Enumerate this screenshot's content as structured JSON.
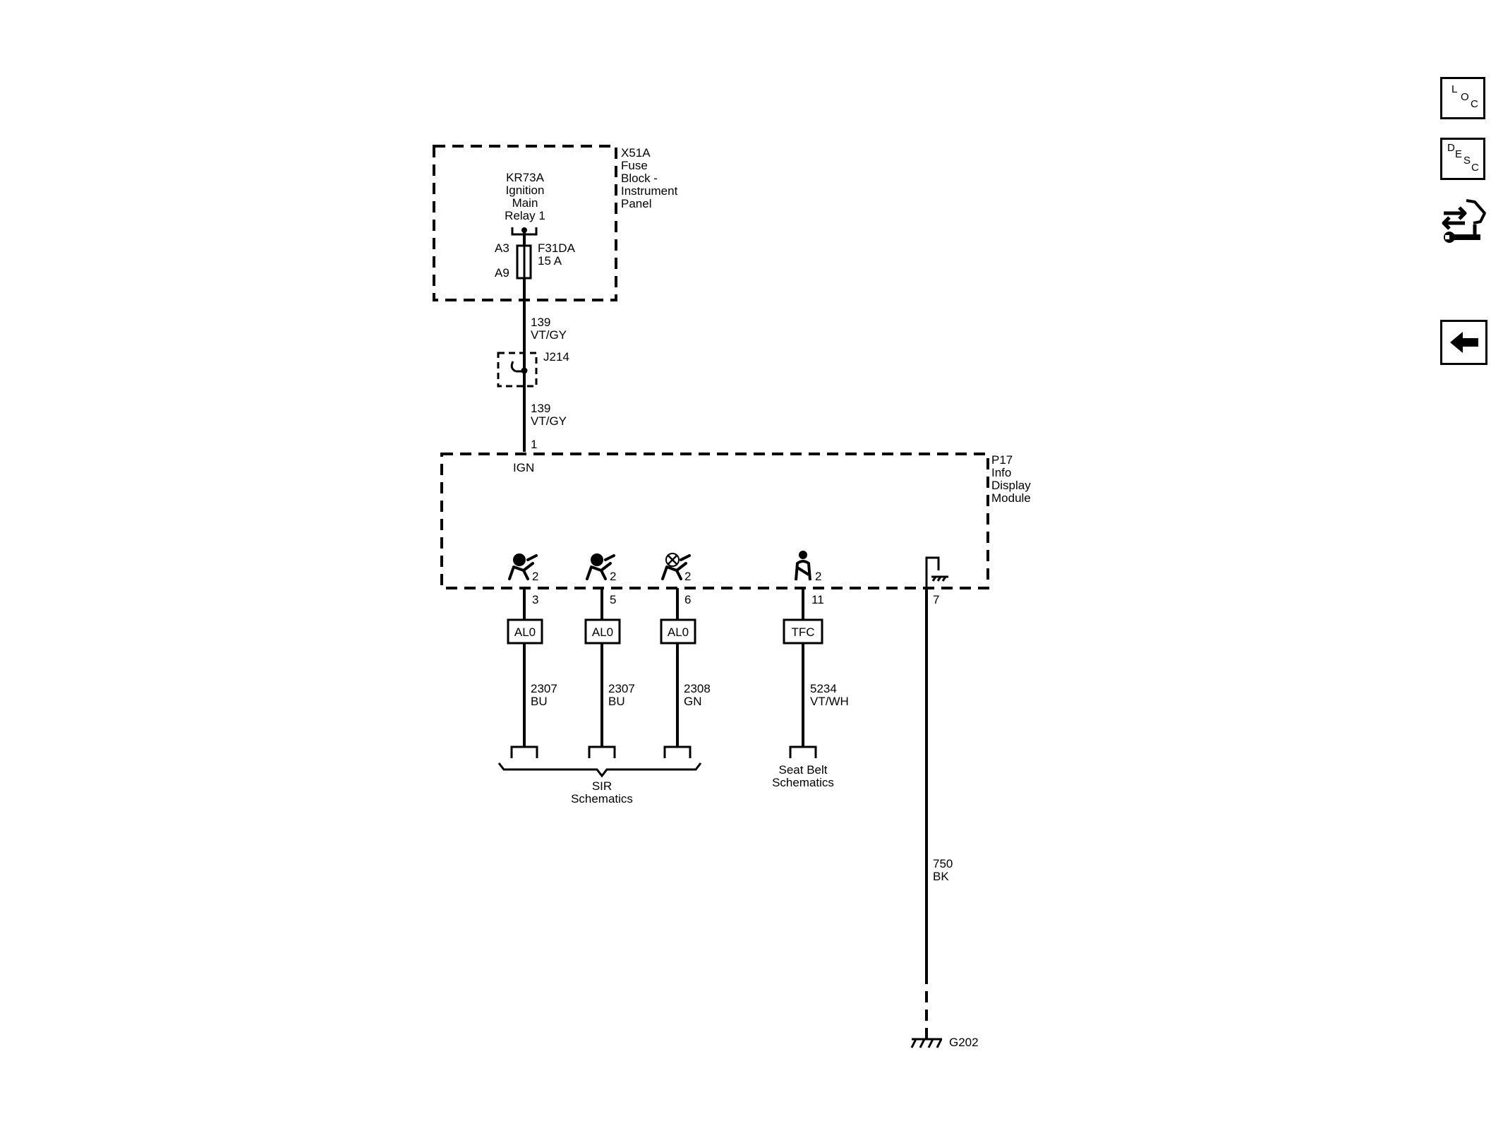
{
  "fuse_block": {
    "id": "X51A",
    "name_lines": [
      "Fuse",
      "Block -",
      "Instrument",
      "Panel"
    ],
    "relay_lines": [
      "KR73A",
      "Ignition",
      "Main",
      "Relay 1"
    ],
    "pin_top": "A3",
    "pin_bottom": "A9",
    "fuse_id": "F31DA",
    "fuse_rating": "15 A"
  },
  "feed_circuit": {
    "upper": {
      "number": "139",
      "color": "VT/GY"
    },
    "lower": {
      "number": "139",
      "color": "VT/GY"
    },
    "splice": "J214"
  },
  "module": {
    "id": "P17",
    "name_lines": [
      "Info",
      "Display",
      "Module"
    ],
    "ign_pin": "1",
    "ign_label": "IGN"
  },
  "outputs": [
    {
      "pin": "3",
      "connector": "AL0",
      "circuit": "2307",
      "color": "BU",
      "icon": "airbag-icon",
      "sub": "2"
    },
    {
      "pin": "5",
      "connector": "AL0",
      "circuit": "2307",
      "color": "BU",
      "icon": "airbag-icon",
      "sub": "2"
    },
    {
      "pin": "6",
      "connector": "AL0",
      "circuit": "2308",
      "color": "GN",
      "icon": "airbag-off-icon",
      "sub": "2"
    },
    {
      "pin": "11",
      "connector": "TFC",
      "circuit": "5234",
      "color": "VT/WH",
      "icon": "seat-belt-icon",
      "sub": "2"
    }
  ],
  "sir_label": [
    "SIR",
    "Schematics"
  ],
  "seatbelt_label": [
    "Seat Belt",
    "Schematics"
  ],
  "ground": {
    "pin": "7",
    "circuit": "750",
    "color": "BK",
    "ground_id": "G202"
  },
  "sidebar": {
    "loc_letters": [
      "L",
      "O",
      "C"
    ],
    "desc_letters": [
      "D",
      "E",
      "S",
      "C"
    ]
  }
}
